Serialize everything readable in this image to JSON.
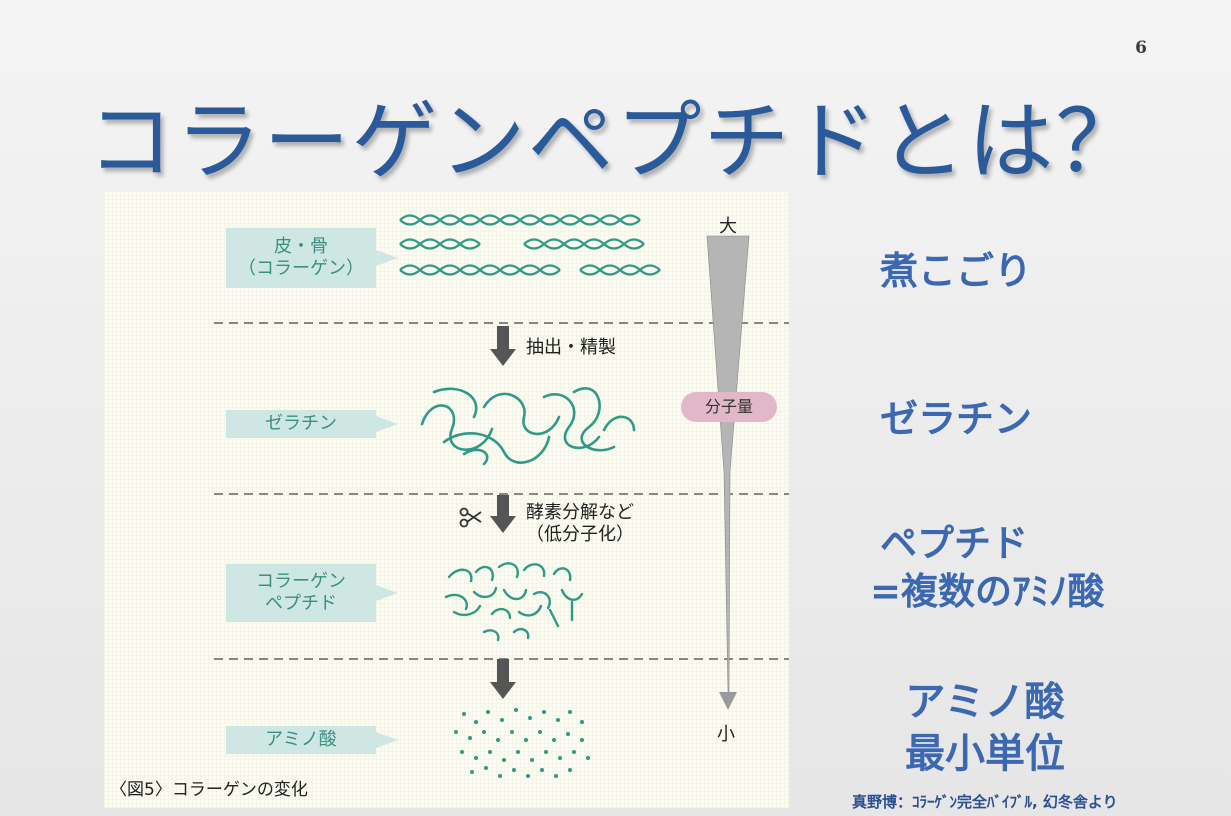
{
  "slide": {
    "page_number": "6",
    "title": "コラーゲンペプチドとは？"
  },
  "figure": {
    "stages": [
      {
        "label_line1": "皮・骨",
        "label_line2": "（コラーゲン）"
      },
      {
        "label_line1": "ゼラチン",
        "label_line2": ""
      },
      {
        "label_line1": "コラーゲン",
        "label_line2": "ペプチド"
      },
      {
        "label_line1": "アミノ酸",
        "label_line2": ""
      }
    ],
    "steps": [
      {
        "line1": "抽出・精製",
        "line2": ""
      },
      {
        "line1": "酵素分解など",
        "line2": "（低分子化）"
      }
    ],
    "scale": {
      "large": "大",
      "small": "小",
      "axis_label": "分子量"
    },
    "scissors_icon": "scissors-icon",
    "caption": "〈図5〉コラーゲンの変化",
    "colors": {
      "strand": "#2f9a86",
      "label_bg": "#cfe7e3",
      "pill": "#e2b8c8",
      "arrow": "#555555"
    }
  },
  "side_labels": {
    "stage1": "煮こごり",
    "stage2": "ゼラチン",
    "stage3_line1": "ペプチド",
    "stage3_line2": "=複数のｱﾐﾉ酸",
    "stage4_line1": "アミノ酸",
    "stage4_line2": "最小単位"
  },
  "citation": "真野博：ｺﾗｰｹﾞﾝ完全ﾊﾞｲﾌﾞﾙ, 幻冬舎より"
}
